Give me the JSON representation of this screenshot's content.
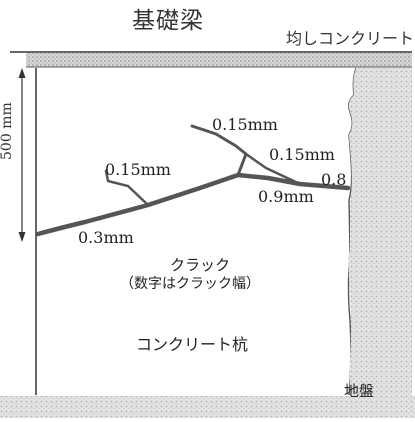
{
  "title": "基礎梁",
  "leveling_concrete_label": "均しコンクリート",
  "dimension_label": "500 mm",
  "crack_widths": [
    "0.15mm",
    "0.15mm",
    "0.15mm",
    "0.8",
    "0.9mm",
    "0.3mm"
  ],
  "crack_label": "クラック",
  "crack_note": "（数字はクラック幅）",
  "pile_label": "コンクリート杭",
  "ground_label": "地盤",
  "colors": {
    "crack": "#555555",
    "lines": "#333333",
    "hatch": "#9a9a9a"
  }
}
